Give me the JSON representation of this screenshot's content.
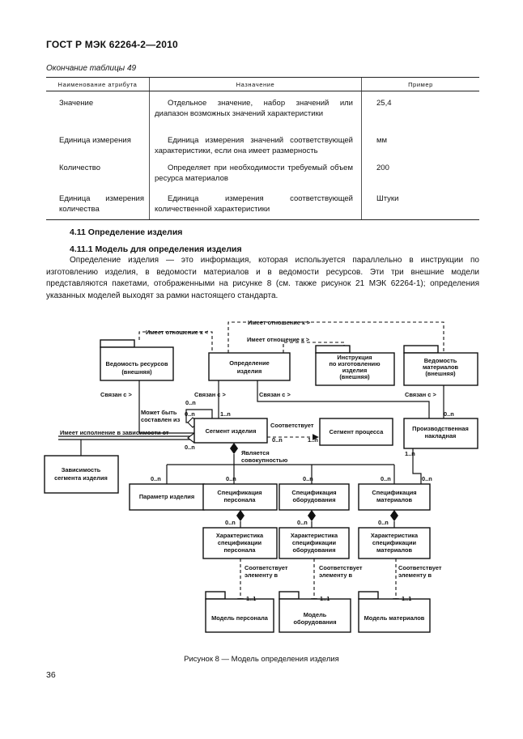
{
  "header": {
    "doc_id": "ГОСТ Р МЭК 62264-2—2010"
  },
  "table": {
    "caption": "Окончание таблицы 49",
    "columns": [
      "Наименование атрибута",
      "Назначение",
      "Пример"
    ],
    "rows": [
      {
        "name": "Значение",
        "purpose": "Отдельное значение, набор значений или диапазон возможных значений характеристики",
        "example": "25,4"
      },
      {
        "name": "Единица измерения",
        "purpose": "Единица измерения значений соответствующей характеристики, если она имеет размерность",
        "example": "мм"
      },
      {
        "name": "Количество",
        "purpose": "Определяет при необходимости требуемый объем ресурса материалов",
        "example": "200"
      },
      {
        "name": "Единица измерения количества",
        "purpose": "Единица измерения соответствующей количественной характеристики",
        "example": "Штуки"
      }
    ]
  },
  "section": {
    "title": "4.11 Определение изделия",
    "subtitle": "4.11.1 Модель для определения изделия",
    "paragraph": "Определение изделия — это информация, которая используется параллельно в инструкции по изготовлению изделия, в ведомости материалов и в ведомости ресурсов. Эти три внешние модели представляются пакетами, отображенными на рисунке 8 (см. также рисунок 21 МЭК 62264-1); определения указанных моделей выходят за рамки настоящего стандарта."
  },
  "diagram": {
    "nodes": {
      "resources_list": [
        "Ведомость ресурсов",
        "(внешняя)"
      ],
      "product_definition": [
        "Определение",
        "изделия"
      ],
      "instruction": [
        "Инструкция",
        "по изготовлению",
        "изделия",
        "(внешняя)"
      ],
      "materials_list": [
        "Ведомость",
        "материалов",
        "(внешняя)"
      ],
      "product_segment": [
        "Сегмент изделия"
      ],
      "process_segment": [
        "Сегмент процесса"
      ],
      "manufacturing_bill": [
        "Производственная",
        "накладная"
      ],
      "segment_dependency": [
        "Зависимость",
        "сегмента изделия"
      ],
      "product_parameter": [
        "Параметр изделия"
      ],
      "personnel_spec": [
        "Спецификация",
        "персонала"
      ],
      "equipment_spec": [
        "Спецификация",
        "оборудования"
      ],
      "material_spec": [
        "Спецификация",
        "материалов"
      ],
      "personnel_spec_prop": [
        "Характеристика",
        "спецификации",
        "персонала"
      ],
      "equipment_spec_prop": [
        "Характеристика",
        "спецификации",
        "оборудования"
      ],
      "material_spec_prop": [
        "Характеристика",
        "спецификации",
        "материалов"
      ],
      "personnel_model": [
        "Модель персонала"
      ],
      "equipment_model": [
        "Модель",
        "оборудования"
      ],
      "material_model": [
        "Модель материалов"
      ]
    },
    "labels": {
      "has_relation_left": "Имеет отношение к <",
      "has_relation_top": "Имеет отношение к >",
      "has_relation_mid": "Имеет отношение к >",
      "linked_1": "Связан с >",
      "linked_2": "Связан с >",
      "linked_3": "Связан с >",
      "linked_4": "Связан с >",
      "may_be": [
        "Может быть",
        "составлен из"
      ],
      "corresponds": "Соответствует",
      "is_set": [
        "Является",
        "совокупностью"
      ],
      "exec_dependency": "Имеет исполнение в зависимости от",
      "corr_el_1": [
        "Соответствует",
        "элементу в"
      ],
      "corr_el_2": [
        "Соответствует",
        "элементу в"
      ],
      "corr_el_3": [
        "Соответствует",
        "элементу в"
      ]
    },
    "multiplicity": {
      "m_0n_a": "0..n",
      "m_0n_b": "0..n",
      "m_1n_a": "1..n",
      "m_0n_c": "0..n",
      "m_0n_d": "0..n",
      "m_0n_e": "0..n",
      "m_1n_b": "1..n",
      "m_1n_c": "1..n",
      "m_0n_f": "0..n",
      "m_0n_g": "0..n",
      "m_0n_h": "0..n",
      "m_0n_i": "0..n",
      "m_0n_j": "0..n",
      "m_0n_k": "0..n",
      "m_0n_l": "0..n",
      "m_11_a": "1..1",
      "m_11_b": "1..1",
      "m_11_c": "1..1"
    }
  },
  "figure_caption": "Рисунок 8 — Модель определения изделия",
  "page_number": "36"
}
